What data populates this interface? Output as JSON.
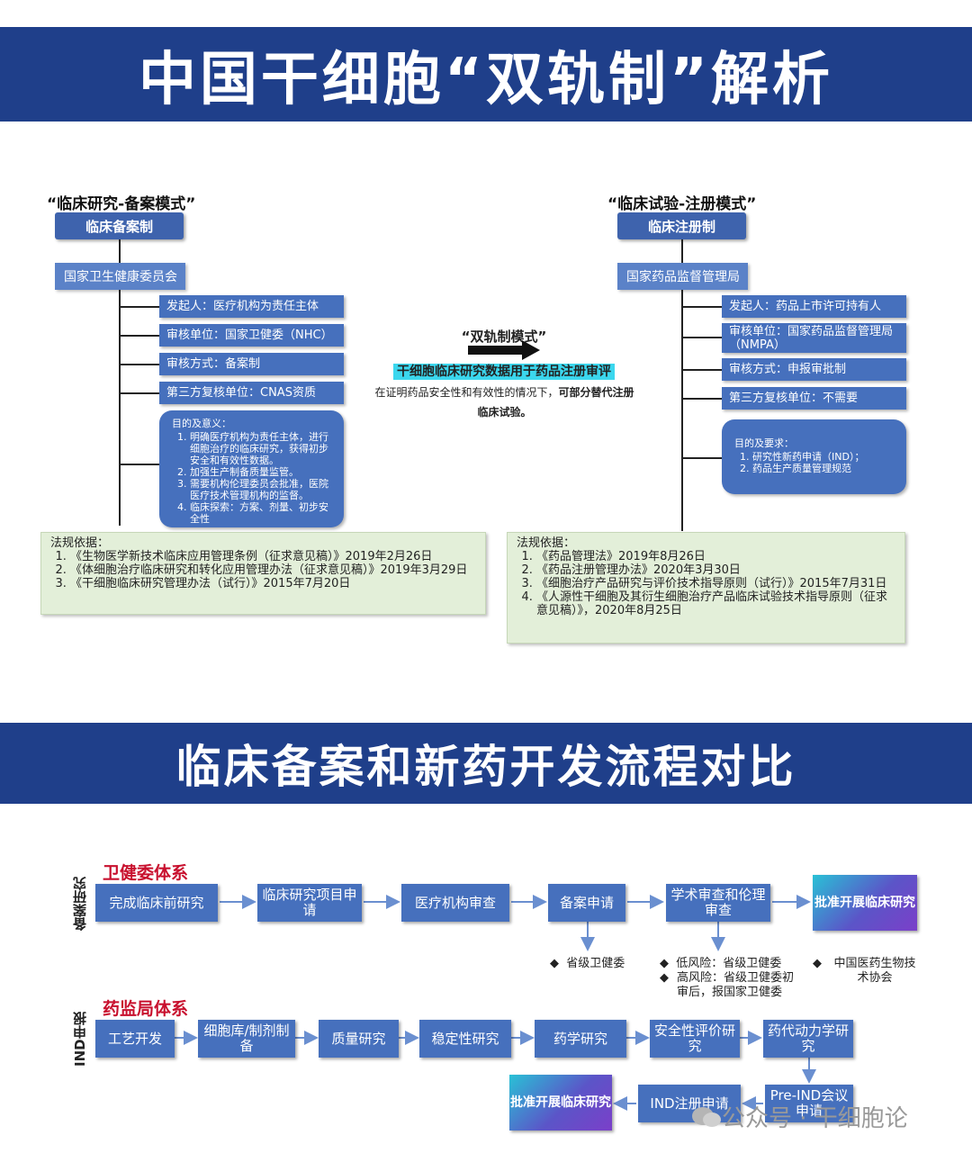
{
  "banner_top": "中国干细胞“双轨制”解析",
  "left": {
    "mode_title": "“临床研究-备案模式”",
    "head": "临床备案制",
    "org": "国家卫生健康委员会",
    "items": [
      "发起人：医疗机构为责任主体",
      "审核单位：国家卫健委（NHC）",
      "审核方式：备案制",
      "第三方复核单位：CNAS资质"
    ],
    "purpose_title": "目的及意义：",
    "purpose_items": [
      "明确医疗机构为责任主体，进行细胞治疗的临床研究，获得初步安全和有效性数据。",
      "加强生产制备质量监管。",
      "需要机构伦理委员会批准，医院医疗技术管理机构的监督。",
      "临床探索：方案、剂量、初步安全性"
    ],
    "law_title": "法规依据：",
    "laws": [
      "《生物医学新技术临床应用管理条例（征求意见稿）》2019年2月26日",
      "《体细胞治疗临床研究和转化应用管理办法（征求意见稿）》2019年3月29日",
      "《干细胞临床研究管理办法（试行）》2015年7月20日"
    ]
  },
  "right": {
    "mode_title": "“临床试验-注册模式”",
    "head": "临床注册制",
    "org": "国家药品监督管理局",
    "items": [
      "发起人：药品上市许可持有人",
      "审核单位：国家药品监督管理局（NMPA）",
      "审核方式：申报审批制",
      "第三方复核单位：不需要"
    ],
    "purpose_title": "目的及要求：",
    "purpose_items": [
      "研究性新药申请（IND）；",
      "药品生产质量管理规范"
    ],
    "law_title": "法规依据：",
    "laws": [
      "《药品管理法》2019年8月26日",
      "《药品注册管理办法》2020年3月30日",
      "《细胞治疗产品研究与评价技术指导原则（试行）》2015年7月31日",
      "《人源性干细胞及其衍生细胞治疗产品临床试验技术指导原则（征求意见稿）》，2020年8月25日"
    ]
  },
  "center": {
    "title": "“双轨制模式”",
    "highlight": "干细胞临床研究数据用于药品注册审评",
    "text_normal": "在证明药品安全性和有效性的情况下，",
    "text_bold": "可部分替代注册",
    "text_line2": "临床试验。"
  },
  "banner_bottom": "临床备案和新药开发流程对比",
  "filing": {
    "side_label": "备案研究",
    "system_label": "卫健委体系",
    "steps": [
      "完成临床前研究",
      "临床研究项目申请",
      "医疗机构审查",
      "备案申请",
      "学术审查和伦理审查"
    ],
    "final": "批准开展临床研究",
    "notes": [
      "省级卫健委",
      "低风险：省级卫健委",
      "高风险：省级卫健委初审后，报国家卫健委",
      "中国医药生物技术协会"
    ],
    "bullet": "◆"
  },
  "ind": {
    "side_label": "IND申报",
    "system_label": "药监局体系",
    "steps": [
      "工艺开发",
      "细胞库/制剂制备",
      "质量研究",
      "稳定性研究",
      "药学研究",
      "安全性评价研究",
      "药代动力学研究"
    ],
    "row2": [
      "Pre-IND会议申请",
      "IND注册申请"
    ],
    "final": "批准开展临床研究"
  },
  "watermark": "公众号 · 干细胞论"
}
